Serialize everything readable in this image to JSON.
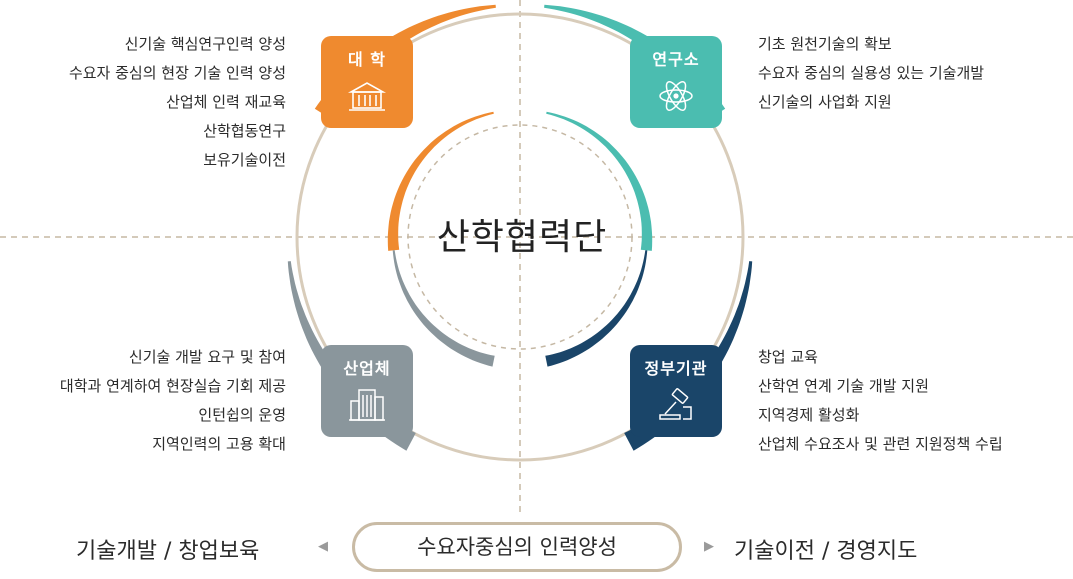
{
  "center": {
    "title": "산학협력단"
  },
  "colors": {
    "university": "#ef8a2f",
    "institute": "#4bbdb0",
    "industry": "#8a969c",
    "government": "#1a4569",
    "ring": "#d8ccba",
    "dashed": "#c5b8a4"
  },
  "nodes": {
    "university": {
      "label": "대 학",
      "icon": "university-building-icon",
      "items": [
        "신기술 핵심연구인력 양성",
        "수요자 중심의 현장 기술 인력 양성",
        "산업체 인력 재교육",
        "산학협동연구",
        "보유기술이전"
      ]
    },
    "institute": {
      "label": "연구소",
      "icon": "atom-icon",
      "items": [
        "기초 원천기술의 확보",
        "수요자 중심의 실용성 있는 기술개발",
        "신기술의 사업화 지원"
      ]
    },
    "industry": {
      "label": "산업체",
      "icon": "office-building-icon",
      "items": [
        "신기술 개발 요구 및 참여",
        "대학과 연계하여 현장실습 기회 제공",
        "인턴쉽의 운영",
        "지역인력의 고용 확대"
      ]
    },
    "government": {
      "label": "정부기관",
      "icon": "gavel-icon",
      "items": [
        "창업 교육",
        "산학연 연계 기술 개발 지원",
        "지역경제 활성화",
        "산업체 수요조사 및 관련 지원정책 수립"
      ]
    }
  },
  "bottom": {
    "left": "기술개발 / 창업보육",
    "center": "수요자중심의 인력양성",
    "right": "기술이전 / 경영지도",
    "left_arrow_icon": "triangle-left-icon",
    "right_arrow_icon": "triangle-right-icon"
  }
}
